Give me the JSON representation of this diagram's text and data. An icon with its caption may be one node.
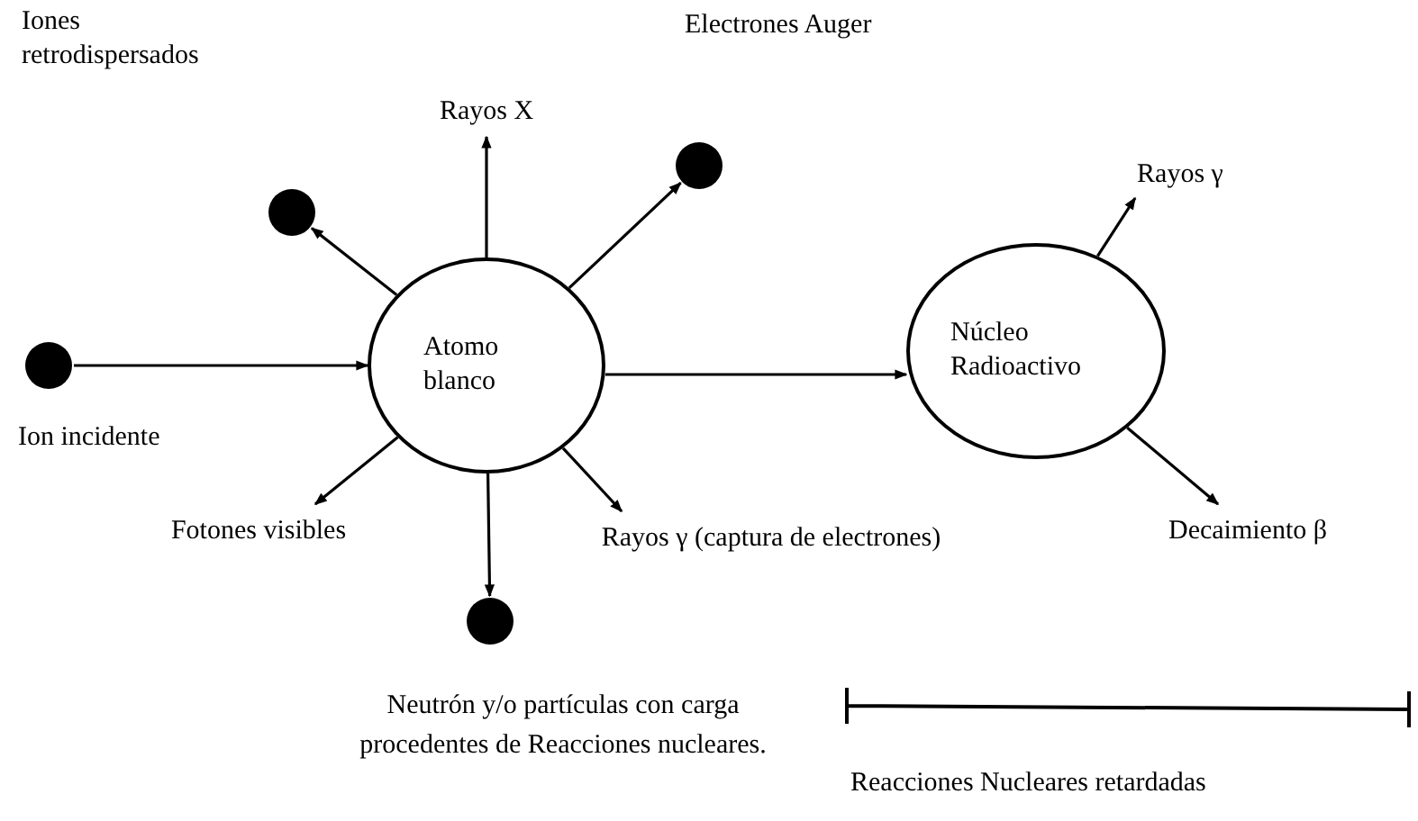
{
  "diagram": {
    "nodes": [
      {
        "text": [],
        "shape": "circle",
        "beside": [
          "Ion incidente"
        ]
      },
      {
        "text": [
          "Atomo blanco"
        ]
      },
      {
        "text": [],
        "shape": "circle"
      },
      {
        "text": [
          "Rayos X"
        ]
      },
      {
        "text": [],
        "shape": "circle",
        "beside": [
          "Electrones Auger"
        ]
      },
      {
        "text": [
          "Núcleo Radioactivo"
        ]
      },
      {
        "text": [
          "Rayos γ"
        ]
      },
      {
        "text": [
          "Fotones visibles"
        ]
      },
      {
        "text": [
          "Rayos γ (captura de electrones)"
        ]
      },
      {
        "text": [
          "Decaimiento β"
        ]
      },
      {
        "text": [],
        "shape": "circle",
        "beside": [
          "Neutrón y/o partículas con carga procedentes de Reacciones nucleares."
        ]
      }
    ],
    "edges": [
      {
        "from": 0,
        "to": 1,
        "arrow": "to"
      },
      {
        "from": 1,
        "to": 2,
        "arrow": "to"
      },
      {
        "from": 1,
        "to": 3,
        "arrow": "to"
      },
      {
        "from": 1,
        "to": 4,
        "arrow": "to"
      },
      {
        "from": 1,
        "to": 5,
        "arrow": "to"
      },
      {
        "from": 5,
        "to": 6,
        "arrow": "to"
      },
      {
        "from": 1,
        "to": 7,
        "arrow": "to"
      },
      {
        "from": 1,
        "to": 8,
        "arrow": "to"
      },
      {
        "from": 5,
        "to": 9,
        "arrow": "to"
      },
      {
        "from": 1,
        "to": 10,
        "arrow": "to"
      }
    ],
    "labels": [
      "Iones retrodispersados",
      "Reacciones Nucleares retardadas"
    ]
  }
}
